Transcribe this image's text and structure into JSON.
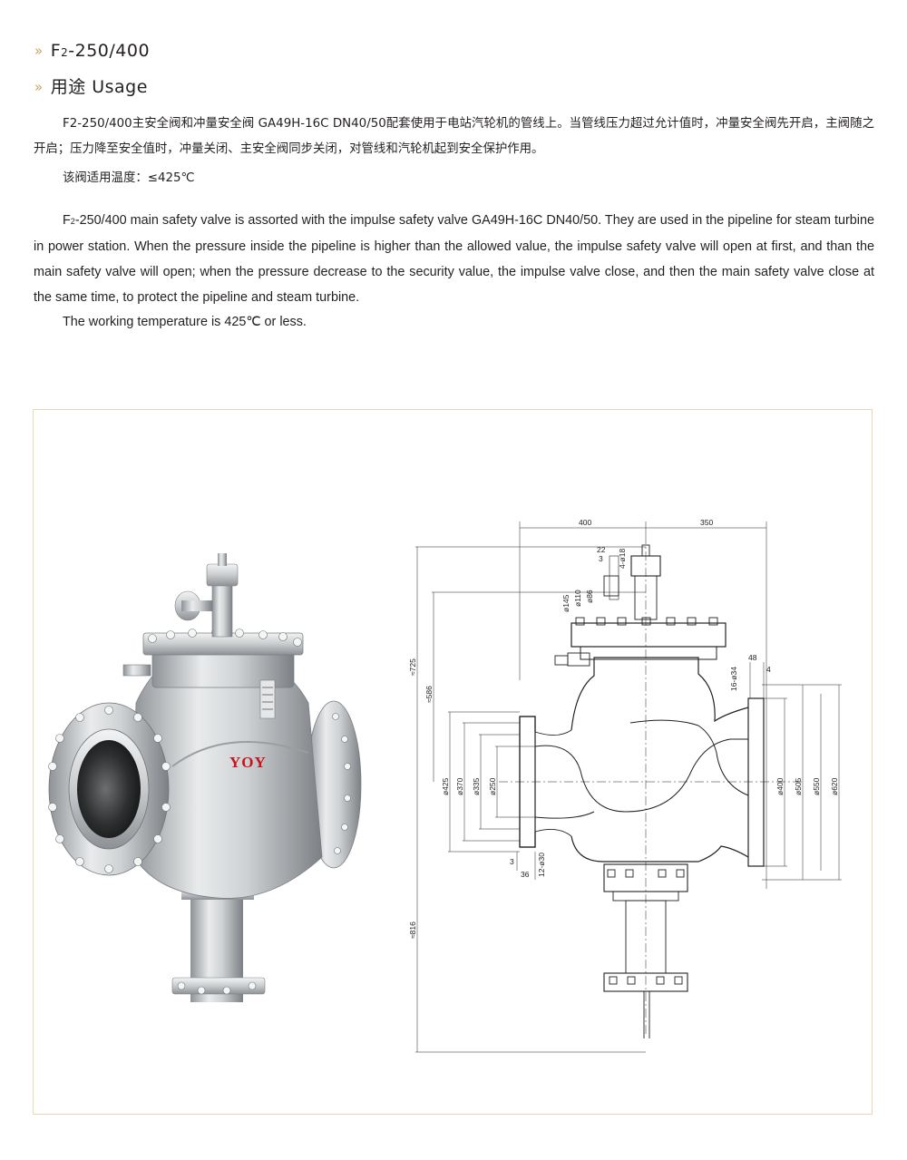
{
  "heading_model": {
    "chevron": "»",
    "prefix": "F",
    "subscript": "2",
    "suffix": "-250/400"
  },
  "heading_usage": {
    "chevron": "»",
    "label": "用途 Usage"
  },
  "cn": {
    "para1": "F2-250/400主安全阀和冲量安全阀 GA49H-16C  DN40/50配套使用于电站汽轮机的管线上。当管线压力超过允计值时，冲量安全阀先开启，主阀随之开启；压力降至安全值时，冲量关闭、主安全阀同步关闭，对管线和汽轮机起到安全保护作用。",
    "para2": "该阀适用温度：≤425℃"
  },
  "en": {
    "para1_sub": "2",
    "para1_prefix": "F",
    "para1_rest": "-250/400 main safety valve is assorted with the impulse safety valve GA49H-16C  DN40/50. They are used in the pipeline for steam turbine in power station. When the pressure inside the pipeline is higher than the allowed value, the impulse safety valve will open at first, and than the main safety valve will open; when the pressure decrease to the security value, the impulse valve close, and then the main safety valve close at the same time, to protect the pipeline and steam turbine.",
    "para2": "The working temperature is 425℃ or less."
  },
  "photo": {
    "brand": "YOY"
  },
  "drawing": {
    "dims": {
      "top_left": "400",
      "top_right": "350",
      "d22": "22",
      "d3a": "3",
      "d4_18": "4-ø18",
      "d145": "ø145",
      "d110": "ø110",
      "d86": "ø86",
      "d725": "≈725",
      "d586": "≈586",
      "d48": "48",
      "d4": "4",
      "d16_34": "16-ø34",
      "d425": "ø425",
      "d370": "ø370",
      "d335": "ø335",
      "d250": "ø250",
      "d400": "ø400",
      "d505": "ø505",
      "d550": "ø550",
      "d620": "ø620",
      "d3b": "3",
      "d36": "36",
      "d12_30": "12-ø30",
      "d816": "≈816"
    }
  },
  "colors": {
    "chevron": "#c9a15b",
    "frame": "#e8d9b8",
    "brand": "#c8141b",
    "text": "#231f20"
  }
}
